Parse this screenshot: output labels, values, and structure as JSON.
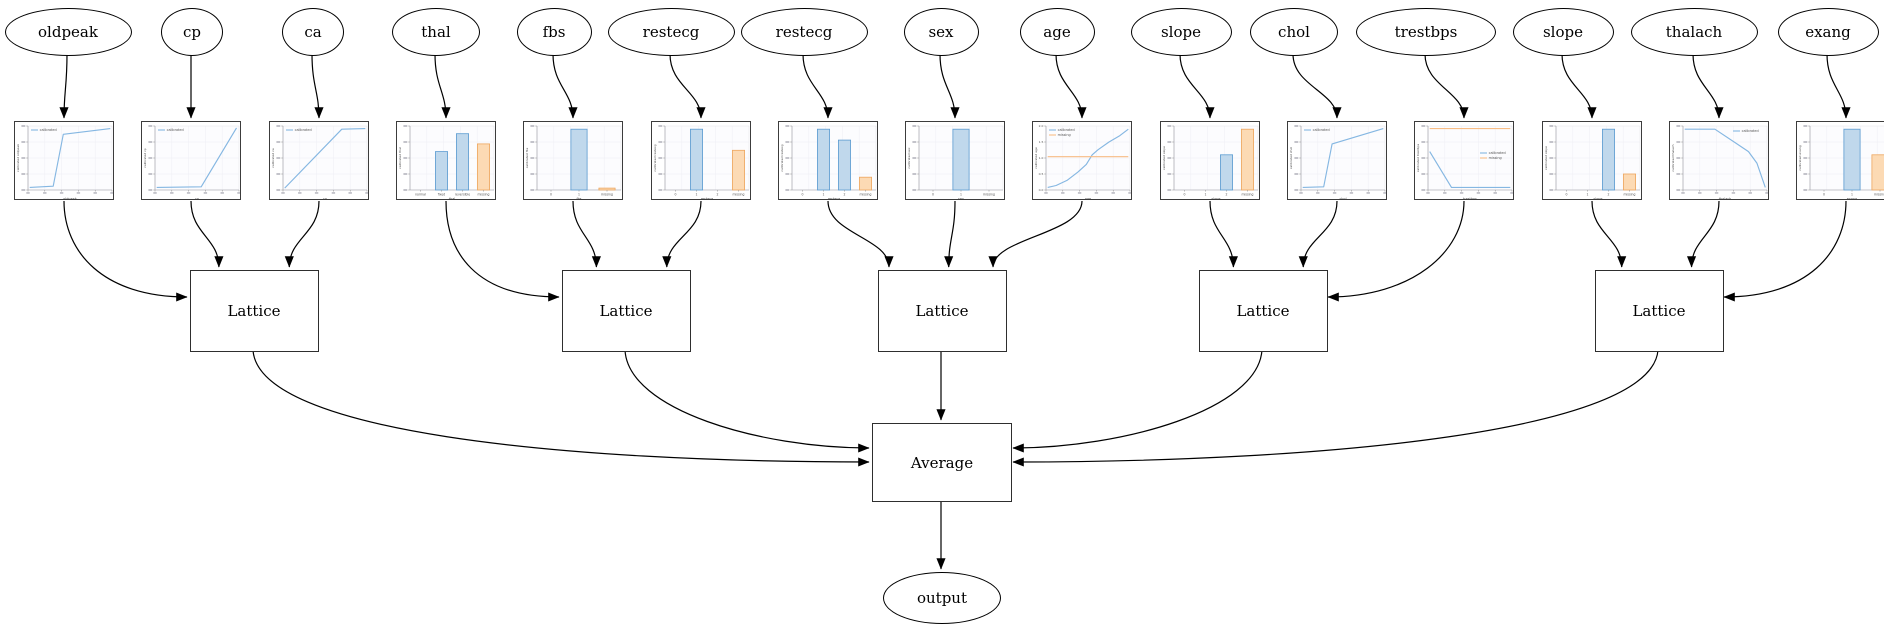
{
  "graph": {
    "lattice_label": "Lattice",
    "average_label": "Average",
    "output_label": "output"
  },
  "features": [
    {
      "name": "oldpeak",
      "lattice": 0
    },
    {
      "name": "cp",
      "lattice": 0
    },
    {
      "name": "ca",
      "lattice": 0
    },
    {
      "name": "thal",
      "lattice": 1
    },
    {
      "name": "fbs",
      "lattice": 1
    },
    {
      "name": "restecg",
      "lattice": 1
    },
    {
      "name": "restecg",
      "lattice": 2
    },
    {
      "name": "sex",
      "lattice": 2
    },
    {
      "name": "age",
      "lattice": 2
    },
    {
      "name": "slope",
      "lattice": 3
    },
    {
      "name": "chol",
      "lattice": 3
    },
    {
      "name": "trestbps",
      "lattice": 3
    },
    {
      "name": "slope",
      "lattice": 4
    },
    {
      "name": "thalach",
      "lattice": 4
    },
    {
      "name": "exang",
      "lattice": 4
    }
  ],
  "colors": {
    "line_blue": "#85b7e2",
    "line_orange": "#f8bd85",
    "bar_blue_fill": "#c0d8ec",
    "bar_blue_edge": "#5b9bd1",
    "bar_orange_fill": "#fcdab4",
    "bar_orange_edge": "#eda65e",
    "edge_color": "#000000"
  },
  "chart_data": [
    {
      "type": "line",
      "feature": "oldpeak",
      "xlabel": "oldpeak",
      "ylabel": "calibrated oldpeak",
      "legend_pos": "top-left",
      "series": [
        {
          "name": "calibrated",
          "color": "blue",
          "points": [
            [
              0.02,
              0.04
            ],
            [
              0.3,
              0.06
            ],
            [
              0.42,
              0.87
            ],
            [
              0.98,
              0.96
            ]
          ]
        }
      ]
    },
    {
      "type": "line",
      "feature": "cp",
      "xlabel": "cp",
      "ylabel": "calibrated cp",
      "legend_pos": "top-left",
      "series": [
        {
          "name": "calibrated",
          "color": "blue",
          "points": [
            [
              0.02,
              0.04
            ],
            [
              0.55,
              0.05
            ],
            [
              0.97,
              0.97
            ]
          ]
        }
      ]
    },
    {
      "type": "line",
      "feature": "ca",
      "xlabel": "ca",
      "ylabel": "calibrated ca",
      "legend_pos": "top-left",
      "series": [
        {
          "name": "calibrated",
          "color": "blue",
          "points": [
            [
              0.02,
              0.03
            ],
            [
              0.7,
              0.95
            ],
            [
              0.98,
              0.96
            ]
          ]
        }
      ]
    },
    {
      "type": "bar",
      "feature": "thal",
      "xlabel": "thal",
      "ylabel": "calibrated thal",
      "categories": [
        "normal",
        "fixed",
        "reversible",
        "missing"
      ],
      "values": [
        0,
        0.6,
        0.88,
        0.72
      ],
      "bar_colors": [
        "blue",
        "blue",
        "blue",
        "orange"
      ]
    },
    {
      "type": "bar",
      "feature": "fbs",
      "xlabel": "fbs",
      "ylabel": "calibrated fbs",
      "categories": [
        "0",
        "1",
        "missing"
      ],
      "values": [
        0,
        0.95,
        0.03
      ],
      "bar_colors": [
        "blue",
        "blue",
        "orange"
      ]
    },
    {
      "type": "bar",
      "feature": "restecg",
      "xlabel": "restecg",
      "ylabel": "calibrated restecg",
      "categories": [
        "0",
        "1",
        "2",
        "missing"
      ],
      "values": [
        0,
        0.95,
        0,
        0.62
      ],
      "bar_colors": [
        "blue",
        "blue",
        "blue",
        "orange"
      ]
    },
    {
      "type": "bar",
      "feature": "restecg",
      "xlabel": "restecg",
      "ylabel": "calibrated restecg",
      "categories": [
        "0",
        "1",
        "2",
        "missing"
      ],
      "values": [
        0,
        0.95,
        0.78,
        0.2
      ],
      "bar_colors": [
        "blue",
        "blue",
        "blue",
        "orange"
      ]
    },
    {
      "type": "bar",
      "feature": "sex",
      "xlabel": "sex",
      "ylabel": "calibrated sex",
      "categories": [
        "0",
        "1",
        "missing"
      ],
      "values": [
        0,
        0.95,
        0
      ],
      "bar_colors": [
        "blue",
        "blue",
        "orange"
      ]
    },
    {
      "type": "line",
      "feature": "age",
      "xlabel": "age",
      "ylabel": "calibrated age",
      "legend_pos": "top-left",
      "yticks": [
        "2.0",
        "1.5",
        "1.0",
        "0.5",
        "0.0"
      ],
      "series": [
        {
          "name": "calibrated",
          "color": "blue",
          "points": [
            [
              0.02,
              0.04
            ],
            [
              0.12,
              0.07
            ],
            [
              0.25,
              0.15
            ],
            [
              0.38,
              0.28
            ],
            [
              0.48,
              0.4
            ],
            [
              0.55,
              0.55
            ],
            [
              0.62,
              0.63
            ],
            [
              0.75,
              0.75
            ],
            [
              0.88,
              0.85
            ],
            [
              0.98,
              0.95
            ]
          ]
        },
        {
          "name": "missing",
          "color": "orange",
          "points": [
            [
              0.02,
              0.52
            ],
            [
              0.98,
              0.52
            ]
          ]
        }
      ]
    },
    {
      "type": "bar",
      "feature": "slope",
      "xlabel": "slope",
      "ylabel": "calibrated slope",
      "categories": [
        "0",
        "1",
        "2",
        "missing"
      ],
      "values": [
        0,
        0,
        0.55,
        0.95
      ],
      "bar_colors": [
        "blue",
        "blue",
        "blue",
        "orange"
      ]
    },
    {
      "type": "line",
      "feature": "chol",
      "xlabel": "chol",
      "ylabel": "calibrated chol",
      "legend_pos": "top-left",
      "series": [
        {
          "name": "calibrated",
          "color": "blue",
          "points": [
            [
              0.02,
              0.04
            ],
            [
              0.27,
              0.05
            ],
            [
              0.37,
              0.72
            ],
            [
              0.98,
              0.96
            ]
          ]
        }
      ]
    },
    {
      "type": "line",
      "feature": "trestbps",
      "xlabel": "trestbps",
      "ylabel": "calibrated trestbps",
      "legend_pos": "mid-right",
      "series": [
        {
          "name": "calibrated",
          "color": "blue",
          "points": [
            [
              0.02,
              0.6
            ],
            [
              0.28,
              0.04
            ],
            [
              0.98,
              0.04
            ]
          ]
        },
        {
          "name": "missing",
          "color": "orange",
          "points": [
            [
              0.02,
              0.96
            ],
            [
              0.98,
              0.96
            ]
          ]
        }
      ]
    },
    {
      "type": "bar",
      "feature": "slope",
      "xlabel": "slope",
      "ylabel": "calibrated slope",
      "categories": [
        "0",
        "1",
        "2",
        "missing"
      ],
      "values": [
        0,
        0,
        0.95,
        0.25
      ],
      "bar_colors": [
        "blue",
        "blue",
        "blue",
        "orange"
      ]
    },
    {
      "type": "line",
      "feature": "thalach",
      "xlabel": "thalach",
      "ylabel": "calibrated thalach",
      "legend_pos": "top-right",
      "series": [
        {
          "name": "calibrated",
          "color": "blue",
          "points": [
            [
              0.02,
              0.95
            ],
            [
              0.38,
              0.95
            ],
            [
              0.62,
              0.74
            ],
            [
              0.78,
              0.6
            ],
            [
              0.88,
              0.42
            ],
            [
              0.98,
              0.04
            ]
          ]
        }
      ]
    },
    {
      "type": "bar",
      "feature": "exang",
      "xlabel": "exang",
      "ylabel": "calibrated exang",
      "categories": [
        "0",
        "1",
        "missing"
      ],
      "values": [
        0,
        0.95,
        0.55
      ],
      "bar_colors": [
        "blue",
        "blue",
        "orange"
      ]
    }
  ]
}
